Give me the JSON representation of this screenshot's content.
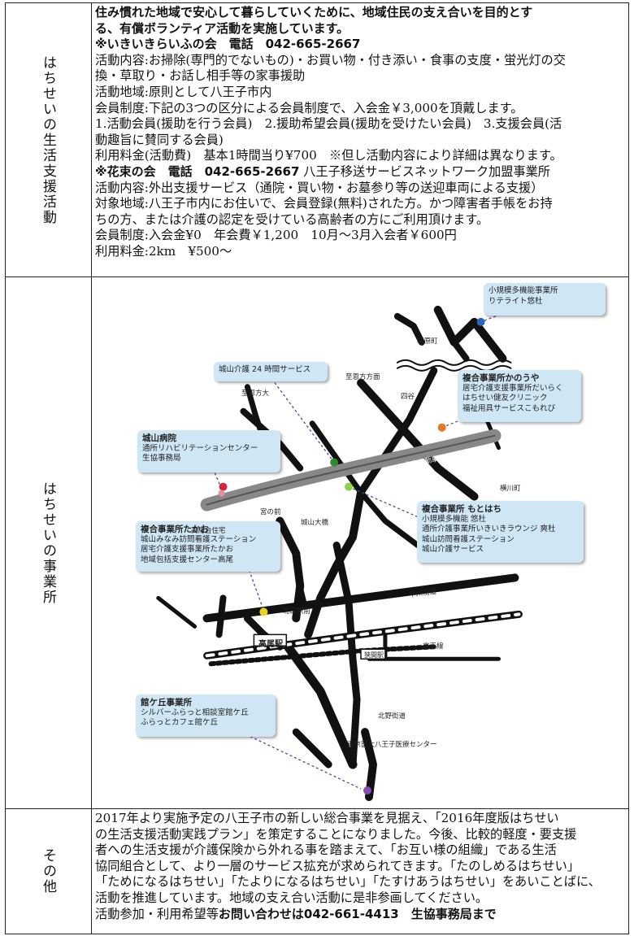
{
  "rows": [
    {
      "label": "はちせいの生活支援活動",
      "lines": [
        "住み慣れた地域で安心して暮らしていくために、地域住民の支え合いを目的とす",
        "る、有償ボランティア活動を実施しています。",
        "※いきいきらいふの会　電話　042-665-2667",
        "活動内容:お掃除(専門的でないもの)・お買い物・付き添い・食事の支度・蛍光灯の交",
        "換・草取り・お話し相手等の家事援助",
        "活動地域:原則として八王子市内",
        "会員制度:下記の3つの区分による会員制度で、入会金￥3,000を頂戴します。",
        "1.活動会員(援助を行う会員)　2.援助希望会員(援助を受けたい会員)　3.支援会員(活",
        "動趣旨に賛同する会員)",
        "利用料金(活動費)　基本1時間当り¥700　※但し活動内容により詳細は異なります。",
        "※花束の会　電話　042-665-2667",
        "活動内容:外出支援サービス（通院・買い物・お墓参り等の送迎車両による支援）",
        "対象地域:八王子市内にお住いで、会員登録(無料)された方。かつ障害者手帳をお持",
        "ちの方、または介護の認定を受けている高齢者の方にご利用頂けます。",
        "会員制度:入会金¥0　年会費￥1,200　10月～3月入会者￥600円",
        "利用料金:2km　¥500～"
      ],
      "hanataba_suffix": "八王子移送サービスネットワーク加盟事業所"
    },
    {
      "label": "はちせいの事業所",
      "boxes": [
        {
          "title": "",
          "lines": [
            "小規模多機能事業所",
            "りテライト悠杜"
          ]
        },
        {
          "title": "",
          "lines": [
            "城山介護 24 時間サービス"
          ]
        },
        {
          "title": "複合事業所かのうや",
          "lines": [
            "居宅介護支援事業所だいらく",
            "はちせい健友クリニック",
            "福祉用具サービスこもれび"
          ]
        },
        {
          "title": "城山病院",
          "lines": [
            "通所リハビリテーションセンター",
            "生協事務局"
          ]
        },
        {
          "title": "複合事業所 もとはち",
          "lines": [
            "小規模多機能 悠杜",
            "通所介護事業所いきいきラウンジ 爽杜",
            "城山訪問看護ステーション",
            "城山介護サービス"
          ]
        },
        {
          "title": "複合事業所たかお",
          "lines": [
            "城山みなみ訪問看護ステーション",
            "居宅介護支援事業所たかお",
            "地域包括支援センター高尾"
          ]
        },
        {
          "title": "館ケ丘事業所",
          "lines": [
            "シルバーふらっと相談室館ケ丘",
            "ふらっとカフェ館ケ丘"
          ]
        }
      ],
      "map_labels": {
        "nashi": "梢原町",
        "shiromusu": "至恩方方面",
        "hachioji": "至恩方大",
        "shiya": "四谷",
        "chuo": "中央自動車道",
        "yokoyama": "横川町",
        "miyanomae": "宮の前",
        "takaodai": "高尾台住宅",
        "shiroyama": "城山大橋",
        "koshu": "甲州街道",
        "kitaguchi": "北口駅前",
        "takao": "高尾駅",
        "hazama": "狭間駅",
        "kitano": "北野街道",
        "ikka": "東京医大八王子医療センター",
        "keio": "京王線"
      }
    },
    {
      "label": "その他",
      "lines": [
        "2017年より実施予定の八王子市の新しい総合事業を見据え、「2016年度版はちせい",
        "の生活支援活動実践プラン」を策定することになりました。今後、比較的軽度・要支援",
        "者への生活支援が介護保険から外れる事を踏まえて、「お互い様の組織」である生活",
        "協同組合として、より一層のサービス拡充が求められてきます。「たのしめるはちせい」",
        "「ためになるはちせい」「たよりになるはちせい」「たすけあうはちせい」をあいことばに、",
        "活動を推進しています。地域の支え合い活動に是非参画してください。"
      ],
      "contact_prefix": "活動参加・利用希望等",
      "contact_bold": "お問い合わせは042-661-4413　生協事務局まで"
    }
  ]
}
